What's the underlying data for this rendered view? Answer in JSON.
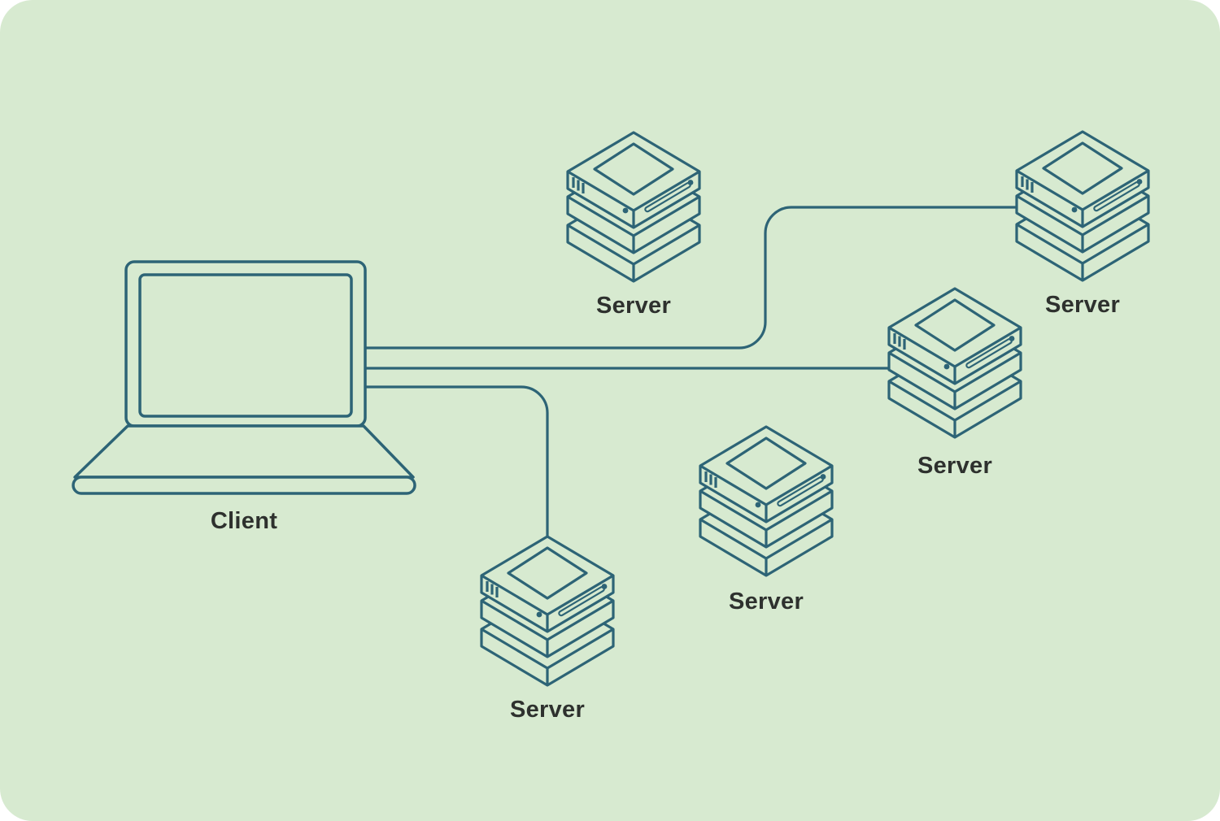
{
  "colors": {
    "page_bg": "#ffffff",
    "panel_bg": "#d7ead0",
    "stroke": "#2d6476",
    "label": "#2e312e"
  },
  "nodes": {
    "client": {
      "label": "Client",
      "type": "laptop"
    },
    "server_top": {
      "label": "Server",
      "type": "server"
    },
    "server_top_right": {
      "label": "Server",
      "type": "server"
    },
    "server_middle_right": {
      "label": "Server",
      "type": "server"
    },
    "server_bottom_middle": {
      "label": "Server",
      "type": "server"
    },
    "server_bottom_left": {
      "label": "Server",
      "type": "server"
    }
  },
  "connections": [
    {
      "from": "client",
      "to": "server_top_right"
    },
    {
      "from": "client",
      "to": "server_middle_right"
    },
    {
      "from": "client",
      "to": "server_bottom_left"
    }
  ]
}
